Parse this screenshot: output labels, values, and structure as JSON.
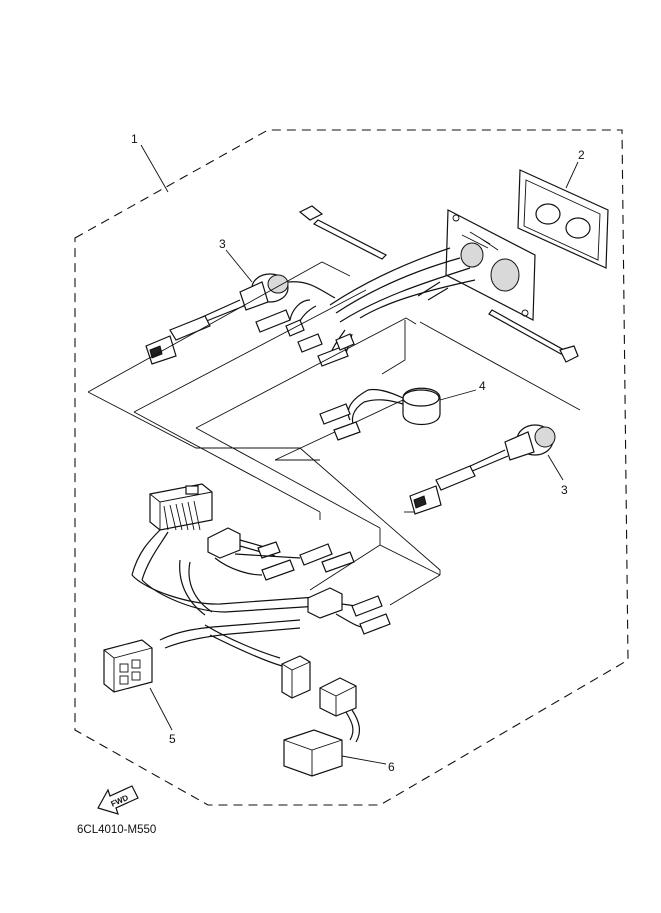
{
  "callouts": {
    "c1": "1",
    "c2": "2",
    "c3a": "3",
    "c3b": "3",
    "c4": "4",
    "c5": "5",
    "c6": "6"
  },
  "direction_label": "FWD",
  "diagram_code": "6CL4010-M550"
}
